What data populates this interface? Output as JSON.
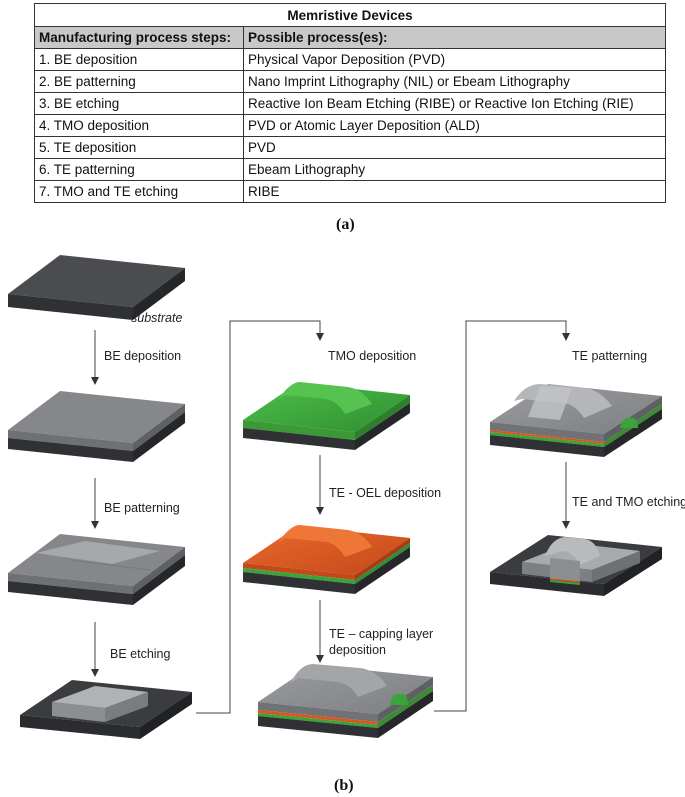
{
  "table": {
    "title": "Memristive Devices",
    "headers": [
      "Manufacturing process steps:",
      "Possible process(es):"
    ],
    "rows": [
      [
        "1. BE deposition",
        "Physical Vapor Deposition (PVD)"
      ],
      [
        "2. BE patterning",
        "Nano Imprint Lithography (NIL) or Ebeam Lithography"
      ],
      [
        "3. BE etching",
        "Reactive Ion Beam Etching (RIBE) or Reactive Ion Etching (RIE)"
      ],
      [
        "4. TMO deposition",
        "PVD or Atomic Layer Deposition (ALD)"
      ],
      [
        "5. TE deposition",
        "PVD"
      ],
      [
        "6. TE patterning",
        "Ebeam Lithography"
      ],
      [
        "7. TMO and TE etching",
        "RIBE"
      ]
    ]
  },
  "caption_a": "(a)",
  "caption_b": "(b)",
  "diagram": {
    "substrate_label": "substrate",
    "steps": {
      "be_deposition": "BE deposition",
      "be_patterning": "BE patterning",
      "be_etching": "BE etching",
      "tmo_deposition": "TMO deposition",
      "te_oel_deposition": "TE - OEL deposition",
      "te_capping_line1": "TE – capping layer",
      "te_capping_line2": "deposition",
      "te_patterning": "TE patterning",
      "te_tmo_etching": "TE and TMO etching"
    },
    "colors": {
      "substrate": "#3d3f42",
      "be_gray": "#8b8d90",
      "tmo_green": "#3aa33a",
      "oel_orange": "#d9541e",
      "te_gray": "#8f9194"
    }
  }
}
